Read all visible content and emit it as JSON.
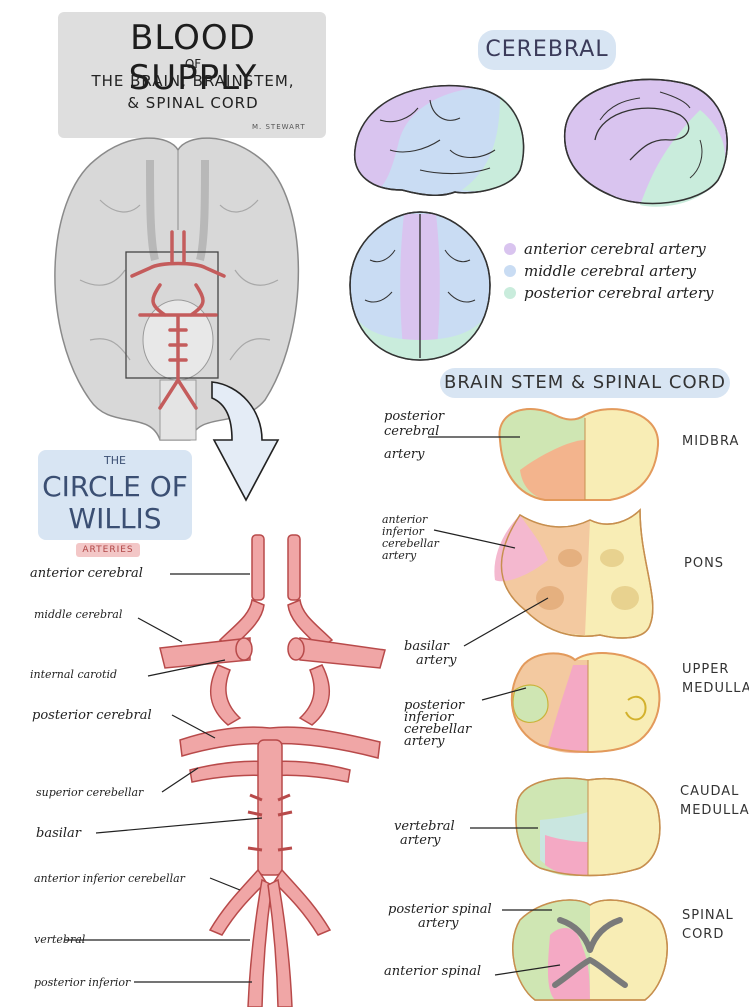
{
  "title": {
    "main": "BLOOD SUPPLY",
    "of": "OF",
    "line1": "THE BRAIN, BRAINSTEM,",
    "line2": "& SPINAL CORD",
    "author": "M. STEWART"
  },
  "cerebral": {
    "heading": "CEREBRAL",
    "legend": [
      {
        "label": "anterior cerebral artery",
        "color": "#d9c4ef"
      },
      {
        "label": "middle cerebral artery",
        "color": "#c9dcf3"
      },
      {
        "label": "posterior cerebral artery",
        "color": "#c9ecdc"
      }
    ]
  },
  "circle_of_willis": {
    "the": "THE",
    "title1": "CIRCLE OF",
    "title2": "WILLIS",
    "tag": "ARTERIES",
    "labels": [
      "anterior cerebral",
      "middle cerebral",
      "internal carotid",
      "posterior cerebral",
      "superior cerebellar",
      "basilar",
      "anterior inferior cerebellar",
      "vertebral",
      "posterior inferior"
    ]
  },
  "brainstem": {
    "heading": "BRAIN STEM & SPINAL CORD",
    "sections": [
      {
        "name": "MIDBRA",
        "labels": [
          "posterior",
          "cerebral",
          "artery"
        ]
      },
      {
        "name": "PONS",
        "labels": [
          "anterior",
          "inferior",
          "cerebellar",
          "artery",
          "basilar",
          "artery"
        ]
      },
      {
        "name": "UPPER",
        "name2": "MEDULLA",
        "labels": [
          "posterior",
          "inferior",
          "cerebellar",
          "artery"
        ]
      },
      {
        "name": "CAUDAL",
        "name2": "MEDULLA",
        "labels": [
          "vertebral",
          "artery"
        ]
      },
      {
        "name": "SPINAL",
        "name2": "CORD",
        "labels": [
          "posterior spinal",
          "artery",
          "anterior spinal"
        ]
      }
    ]
  },
  "colors": {
    "artery": "#f0a6a6",
    "artery_stroke": "#b84a4a",
    "brain_gray": "#d6d6d6",
    "purple": "#d9c4ef",
    "blue": "#c9dcf3",
    "mint": "#c9ecdc",
    "yellow": "#f8edb5",
    "orange": "#f3c9a0",
    "pink": "#f4a9c4",
    "green": "#cfe6b3"
  }
}
